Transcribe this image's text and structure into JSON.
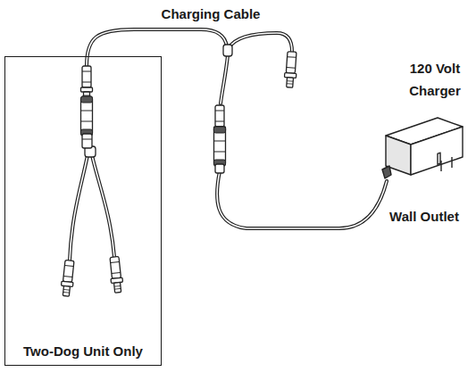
{
  "diagram": {
    "nodes": [
      {
        "text": [
          "Two-Dog Unit Only"
        ]
      }
    ],
    "labels": [
      "Charging Cable",
      "120 Volt Charger",
      "Wall Outlet"
    ]
  }
}
